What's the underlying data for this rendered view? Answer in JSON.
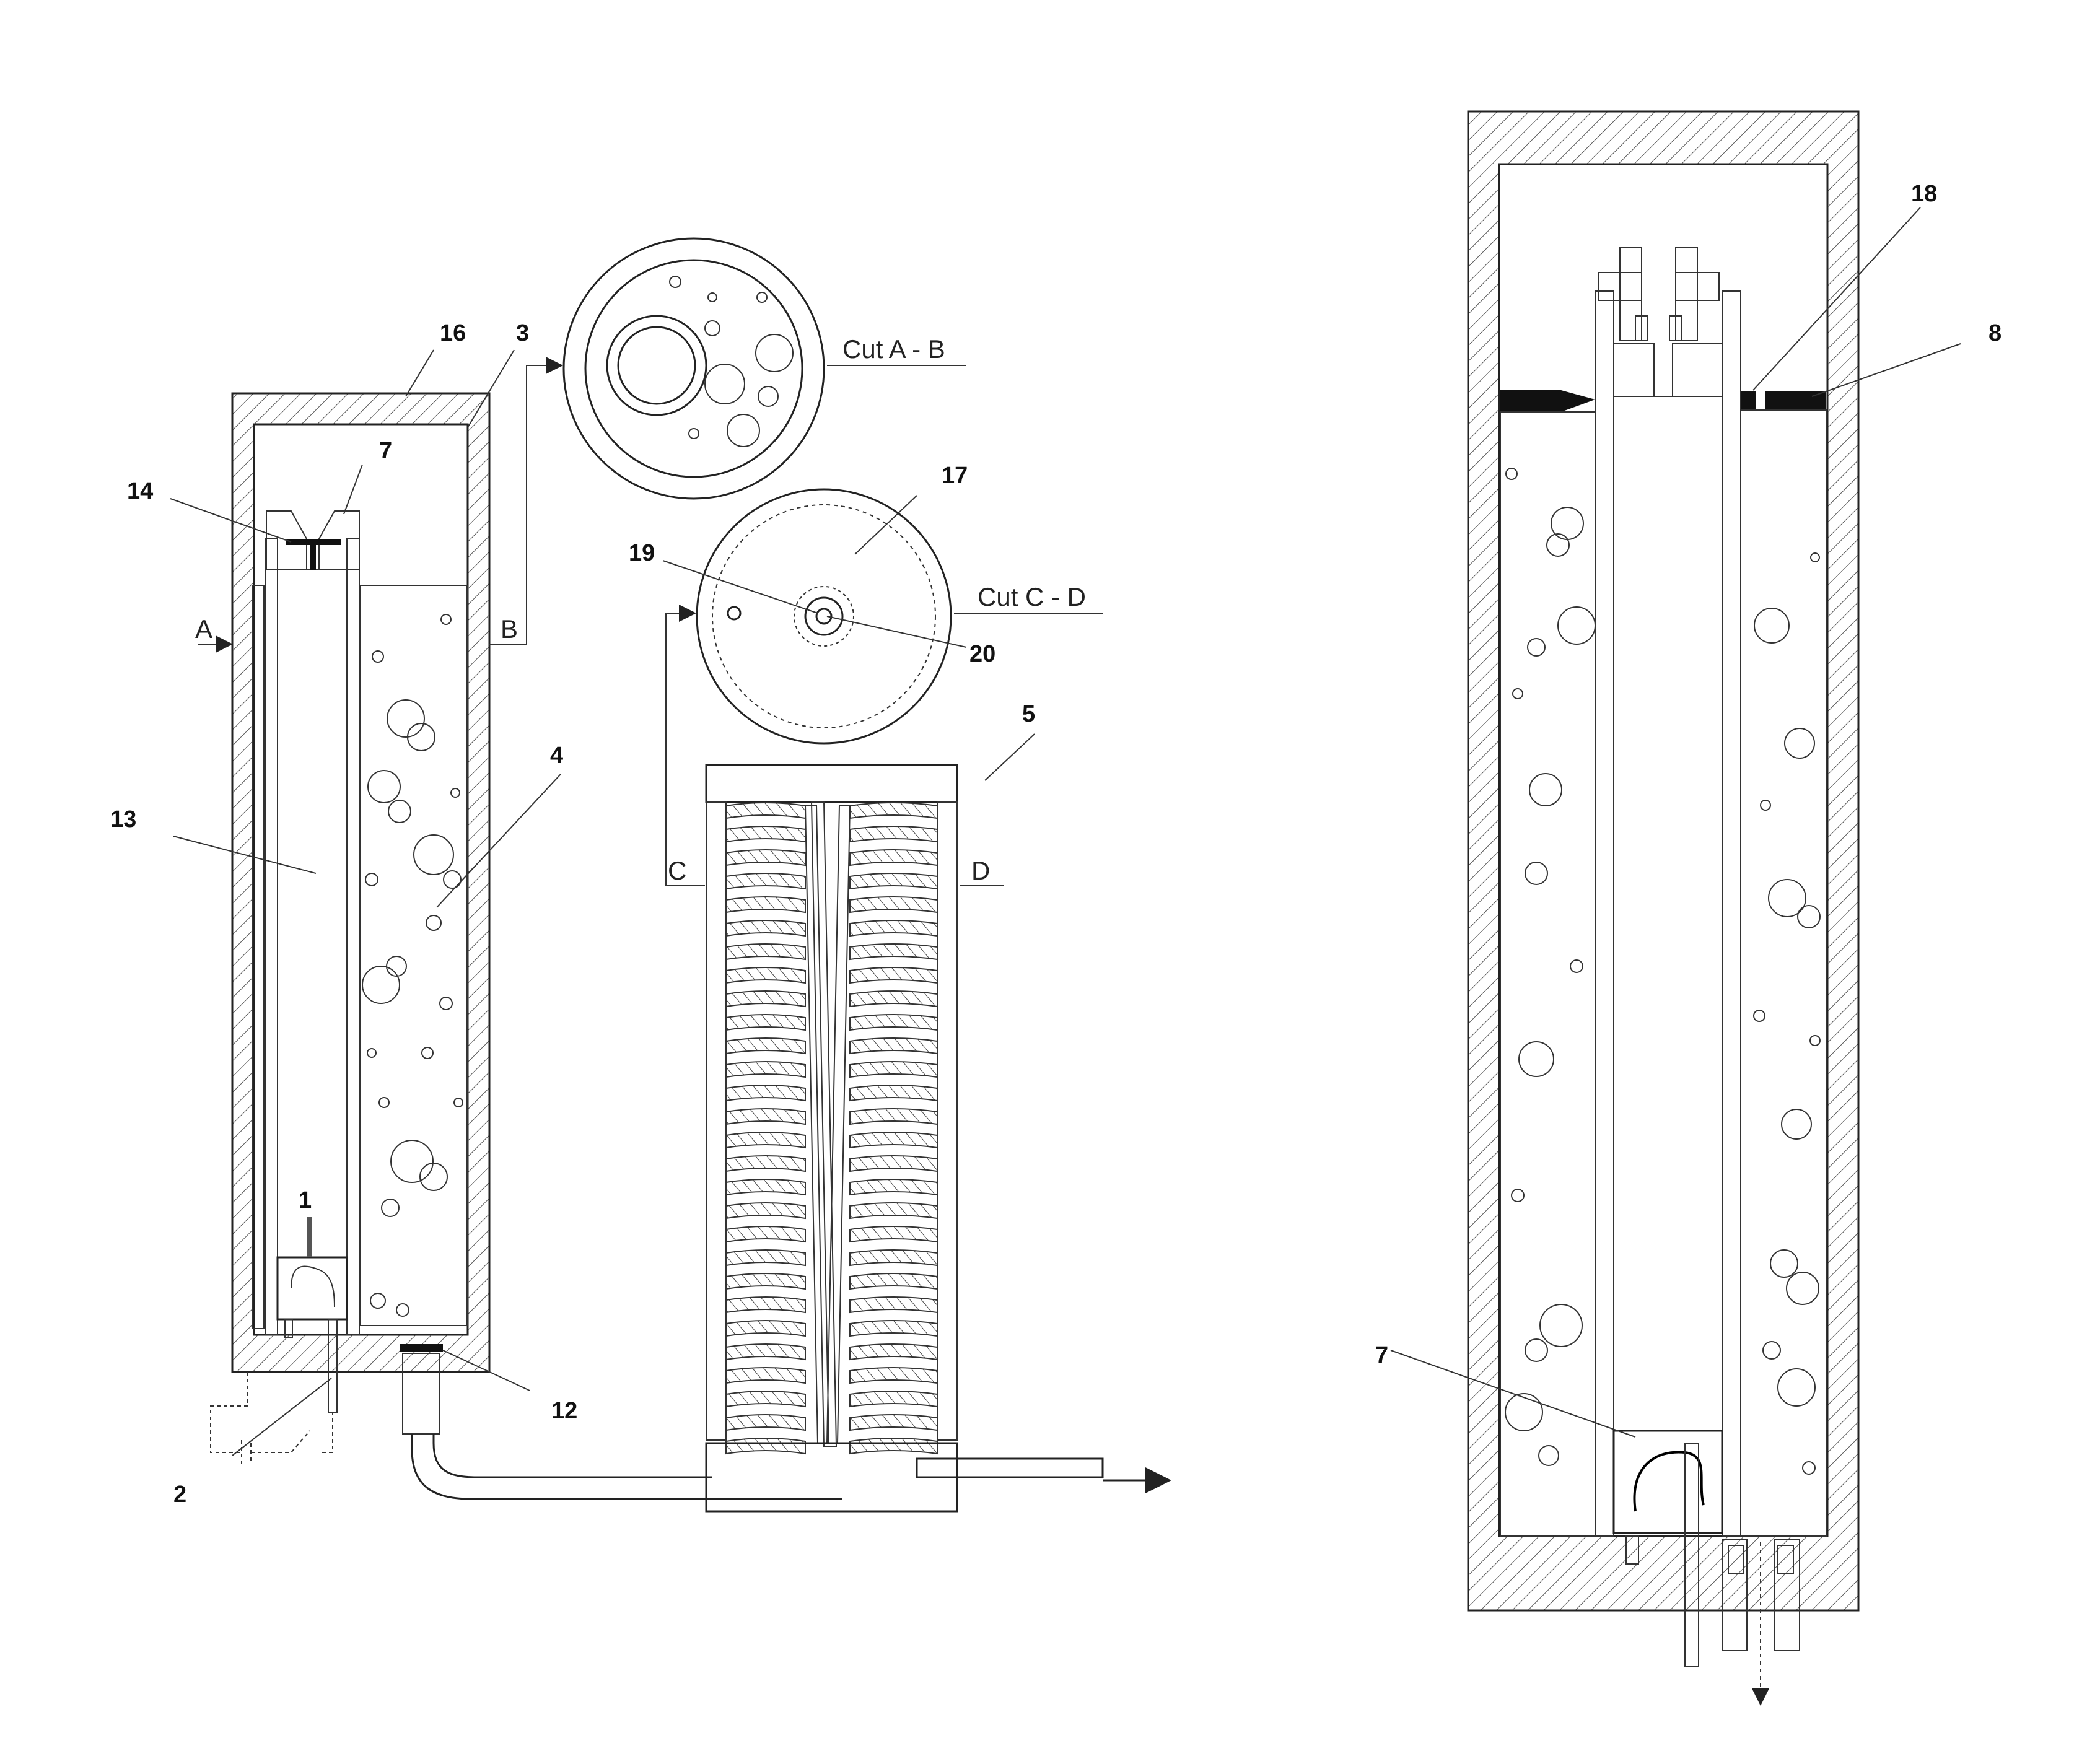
{
  "figure": {
    "part_labels": {
      "l1": "1",
      "l2": "2",
      "l3": "3",
      "l4": "4",
      "l5": "5",
      "l7a": "7",
      "l7b": "7",
      "l8": "8",
      "l12": "12",
      "l13": "13",
      "l14": "14",
      "l16": "16",
      "l17": "17",
      "l18": "18",
      "l19": "19",
      "l20": "20"
    },
    "section_markers": {
      "a": "A",
      "b": "B",
      "c": "C",
      "d": "D"
    },
    "cut_labels": {
      "ab": "Cut A - B",
      "cd": "Cut C - D"
    }
  }
}
